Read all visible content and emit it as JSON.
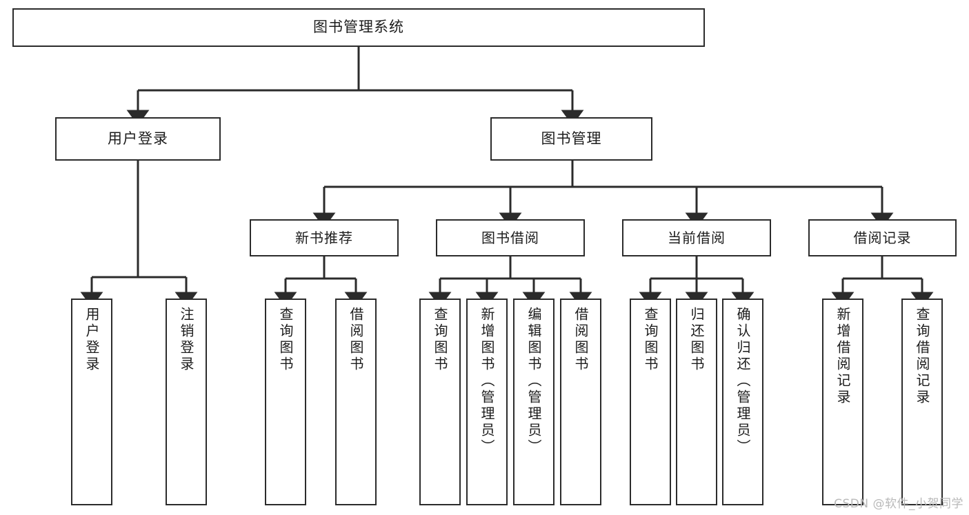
{
  "diagram": {
    "title": "图书管理系统",
    "type": "tree-hierarchy",
    "watermark": "CSDN @软件_小贺同学",
    "colors": {
      "background": "#ffffff",
      "box_border": "#2b2b2b",
      "box_fill": "#ffffff",
      "connector": "#2b2b2b",
      "text": "#1c1c1c",
      "watermark": "#b9b9b9"
    },
    "root": {
      "label": "图书管理系统"
    },
    "level2": [
      {
        "label": "用户登录"
      },
      {
        "label": "图书管理"
      }
    ],
    "level3": [
      {
        "label": "新书推荐"
      },
      {
        "label": "图书借阅"
      },
      {
        "label": "当前借阅"
      },
      {
        "label": "借阅记录"
      }
    ],
    "leaves": {
      "user_login": [
        {
          "label": "用户登录"
        },
        {
          "label": "注销登录"
        }
      ],
      "new_book_recommend": [
        {
          "label": "查询图书"
        },
        {
          "label": "借阅图书"
        }
      ],
      "book_borrow": [
        {
          "label": "查询图书"
        },
        {
          "label": "新增图书（管理员）"
        },
        {
          "label": "编辑图书（管理员）"
        },
        {
          "label": "借阅图书"
        }
      ],
      "current_borrow": [
        {
          "label": "查询图书"
        },
        {
          "label": "归还图书"
        },
        {
          "label": "确认归还（管理员）"
        }
      ],
      "borrow_record": [
        {
          "label": "新增借阅记录"
        },
        {
          "label": "查询借阅记录"
        }
      ]
    }
  }
}
